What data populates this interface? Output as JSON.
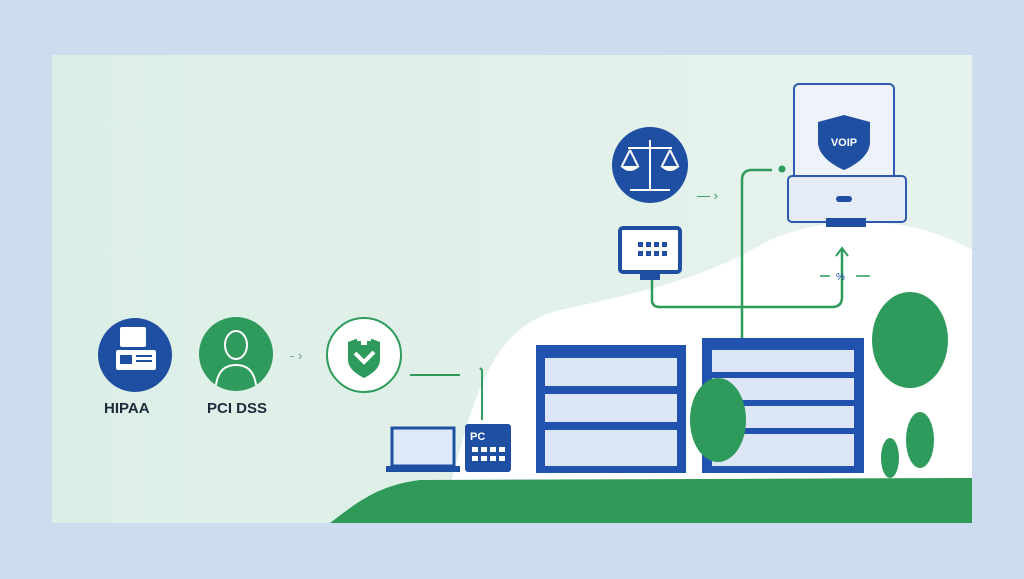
{
  "labels": {
    "hipaa": "HIPAA",
    "pci_dss": "PCI DSS",
    "voip": "VOIP",
    "pc": "PC",
    "percent": "%"
  },
  "colors": {
    "background": "#cddcee",
    "panel": "#dcefe6",
    "blue": "#1f4fa3",
    "green": "#2e9a5c",
    "light_blue": "#e8eef9"
  }
}
